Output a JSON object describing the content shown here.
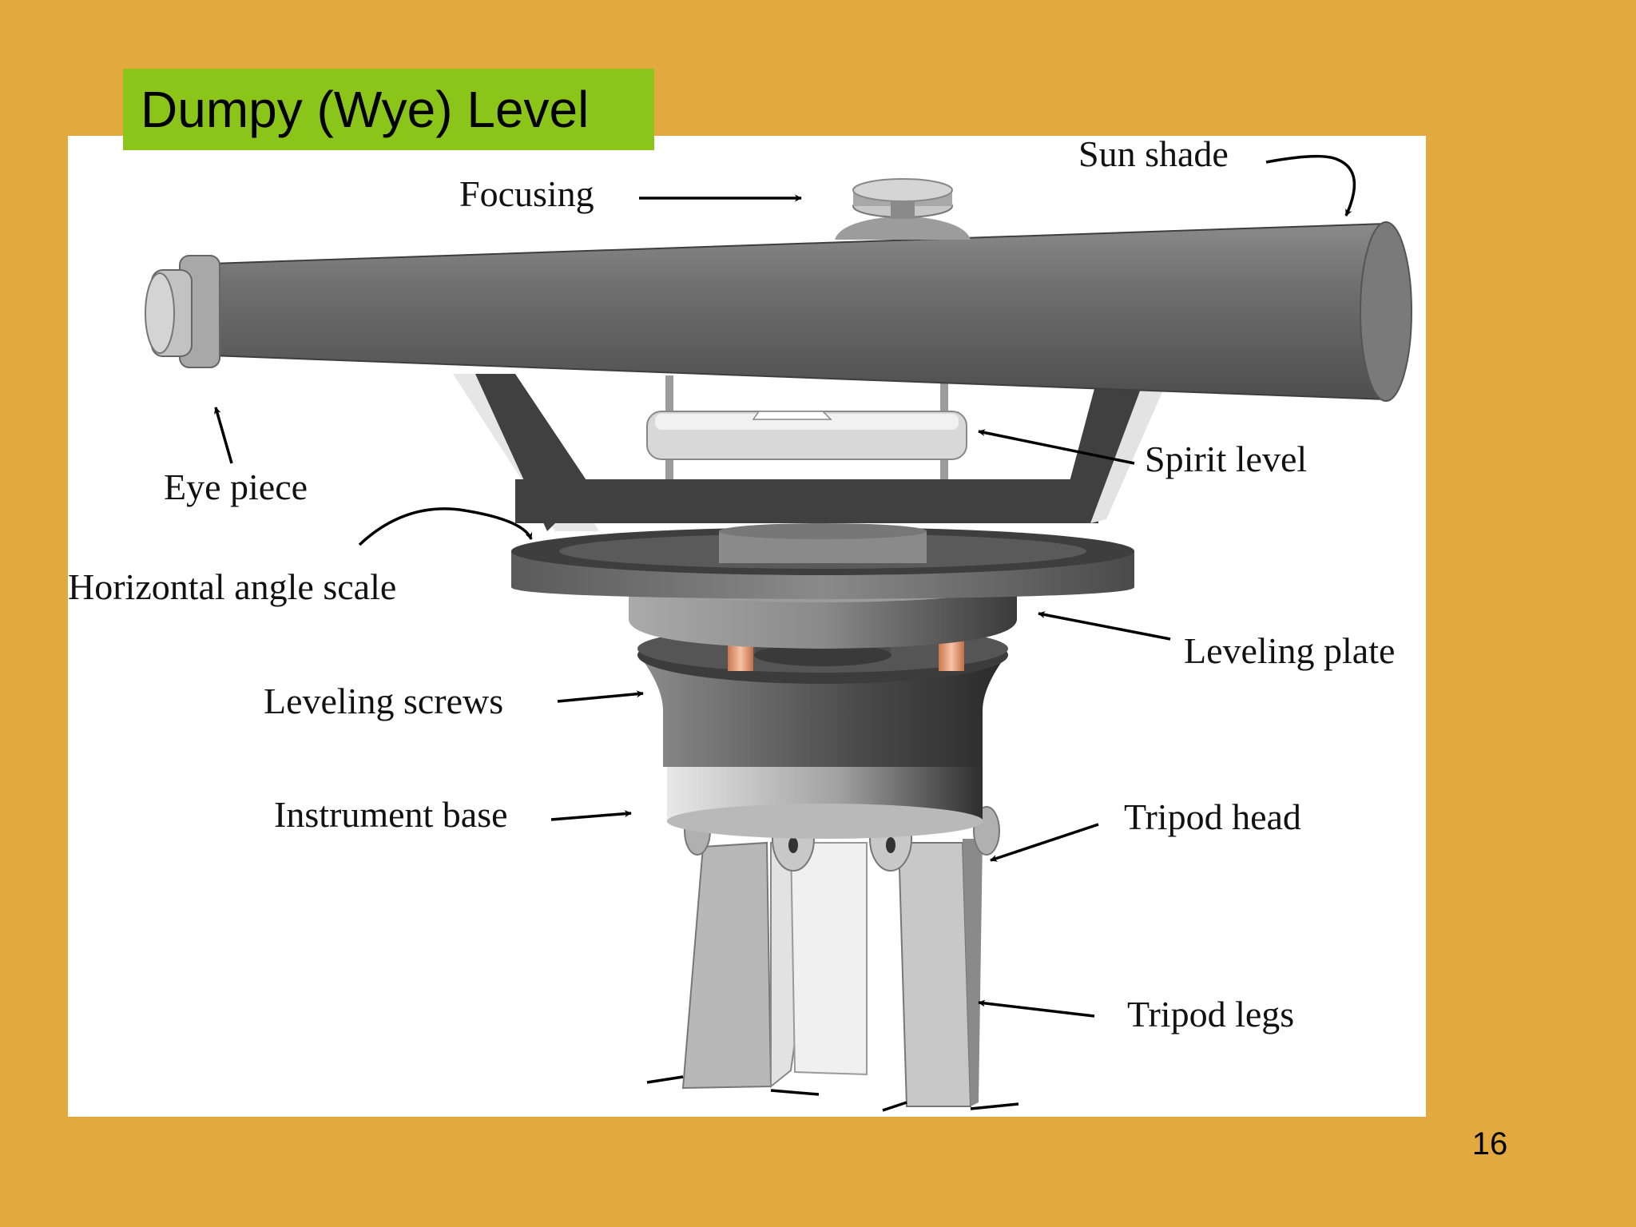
{
  "slide": {
    "title": "Dumpy (Wye) Level",
    "page_number": "16"
  },
  "labels": {
    "sun_shade": "Sun shade",
    "focusing": "Focusing",
    "eye_piece": "Eye piece",
    "spirit_level": "Spirit level",
    "horizontal_angle_scale": "Horizontal angle scale",
    "leveling_plate": "Leveling plate",
    "leveling_screws": "Leveling screws",
    "instrument_base": "Instrument base",
    "tripod_head": "Tripod head",
    "tripod_legs": "Tripod legs"
  },
  "colors": {
    "background": "#E1A93E",
    "title_box": "#8CC51A",
    "telescope": "#6E6E6E",
    "screws": "#E8A27F"
  }
}
